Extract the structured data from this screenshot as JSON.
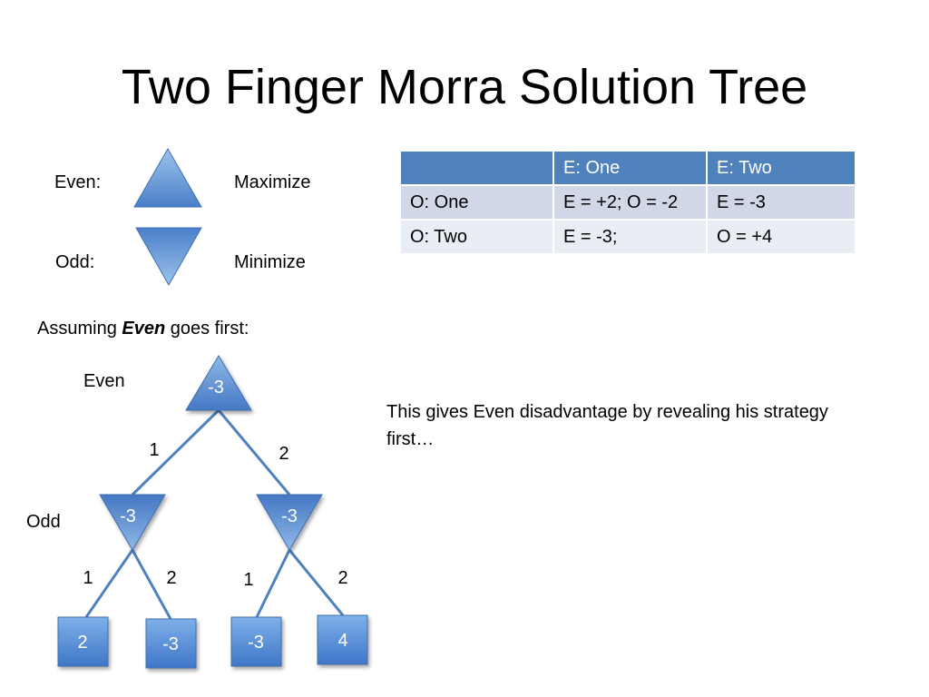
{
  "title": "Two Finger Morra Solution Tree",
  "legend": {
    "even": {
      "label": "Even:",
      "action": "Maximize"
    },
    "odd": {
      "label": "Odd:",
      "action": "Minimize"
    }
  },
  "table": {
    "headers": [
      "",
      "E: One",
      "E: Two"
    ],
    "rows": [
      [
        "O: One",
        "E = +2; O = -2",
        "E = -3"
      ],
      [
        "O: Two",
        "E = -3;",
        "O = +4"
      ]
    ]
  },
  "assumption": {
    "prefix": "Assuming ",
    "emphasis": "Even",
    "suffix": " goes first:"
  },
  "tree": {
    "level_labels": {
      "even": "Even",
      "odd": "Odd"
    },
    "root_value": "-3",
    "odd_values": [
      "-3",
      "-3"
    ],
    "leaf_values": [
      "2",
      "-3",
      "-3",
      "4"
    ],
    "root_edges": [
      "1",
      "2"
    ],
    "left_edges": [
      "1",
      "2"
    ],
    "right_edges": [
      "1",
      "2"
    ]
  },
  "note": "This gives Even disadvantage by revealing his strategy first…",
  "colors": {
    "node_light": "#9dc3ea",
    "node_dark": "#4a7fc9",
    "edge": "#4f81bd",
    "table_header": "#4f81bd"
  }
}
